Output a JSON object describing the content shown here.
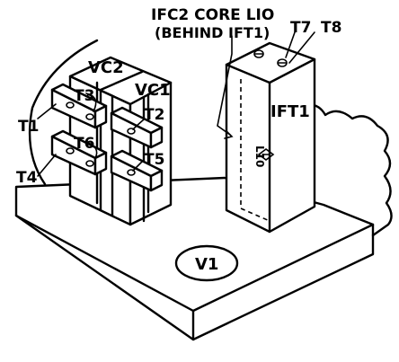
{
  "labels": {
    "ifc2_line1": "IFC2 CORE LIO",
    "ifc2_line2": "(BEHIND IFT1)",
    "t7": "T7",
    "t8": "T8",
    "vc2": "VC2",
    "vc1": "VC1",
    "ift1": "IFT1",
    "t1": "T1",
    "t2": "T2",
    "t3": "T3",
    "t4": "T4",
    "t5": "T5",
    "t6": "T6",
    "l10": "L10",
    "v1": "V1"
  }
}
